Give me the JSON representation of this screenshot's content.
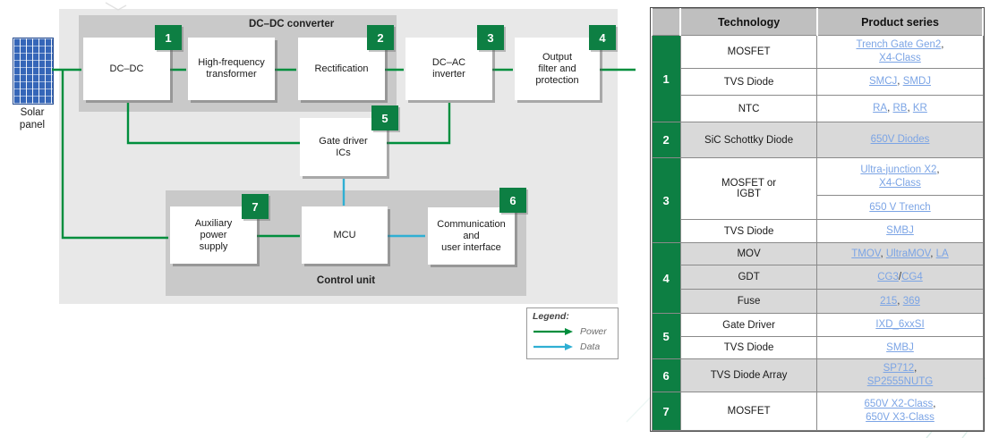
{
  "colors": {
    "accent_green": "#0d7f43",
    "arrow_green": "#008e3d",
    "data_cyan": "#2fafd3",
    "link_blue": "#7ba4e5"
  },
  "diagram": {
    "solar_panel_label": "Solar\npanel",
    "converter_title": "DC–DC converter",
    "control_title": "Control unit",
    "blocks": [
      {
        "id": "dc-dc",
        "label": "DC–DC",
        "badge": "1"
      },
      {
        "id": "hf-transformer",
        "label": "High-frequency\ntransformer",
        "badge": null
      },
      {
        "id": "rectification",
        "label": "Rectification",
        "badge": "2"
      },
      {
        "id": "dc-ac-inverter",
        "label": "DC–AC\ninverter",
        "badge": "3"
      },
      {
        "id": "output-filter",
        "label": "Output\nfilter and\nprotection",
        "badge": "4"
      },
      {
        "id": "gate-driver-ics",
        "label": "Gate driver\nICs",
        "badge": "5"
      },
      {
        "id": "aux-power-supply",
        "label": "Auxiliary\npower\nsupply",
        "badge": "7"
      },
      {
        "id": "mcu",
        "label": "MCU",
        "badge": null
      },
      {
        "id": "comm-user-interface",
        "label": "Communication\nand\nuser interface",
        "badge": "6"
      }
    ],
    "legend": {
      "title": "Legend:",
      "items": [
        {
          "label": "Power",
          "color": "#008e3d"
        },
        {
          "label": "Data",
          "color": "#2fafd3"
        }
      ]
    }
  },
  "table": {
    "headers": {
      "technology": "Technology",
      "product_series": "Product series"
    },
    "groups": [
      {
        "number": "1",
        "shaded": false,
        "rows": [
          {
            "tech": "MOSFET",
            "product_lines": [
              [
                {
                  "t": "Trench Gate Gen2",
                  "link": true
                },
                {
                  "t": ","
                }
              ],
              [
                {
                  "t": "X4-Class",
                  "link": true
                }
              ]
            ]
          },
          {
            "tech": "TVS Diode",
            "product_lines": [
              [
                {
                  "t": "SMCJ",
                  "link": true
                },
                {
                  "t": ", "
                },
                {
                  "t": "SMDJ",
                  "link": true
                }
              ]
            ]
          },
          {
            "tech": "NTC",
            "product_lines": [
              [
                {
                  "t": "RA",
                  "link": true
                },
                {
                  "t": ", "
                },
                {
                  "t": "RB",
                  "link": true
                },
                {
                  "t": ", "
                },
                {
                  "t": "KR",
                  "link": true
                }
              ]
            ]
          }
        ]
      },
      {
        "number": "2",
        "shaded": true,
        "rows": [
          {
            "tech": "SiC Schottky Diode",
            "product_lines": [
              [
                {
                  "t": "650V Diodes",
                  "link": true
                }
              ]
            ]
          }
        ]
      },
      {
        "number": "3",
        "shaded": false,
        "rows": [
          {
            "tech": "MOSFET or\nIGBT",
            "tech_rowspan": 2,
            "product_lines": [
              [
                {
                  "t": "Ultra-junction X2",
                  "link": true
                },
                {
                  "t": ","
                }
              ],
              [
                {
                  "t": "X4-Class",
                  "link": true
                }
              ]
            ]
          },
          {
            "tech": null,
            "product_lines": [
              [
                {
                  "t": "650 V Trench",
                  "link": true
                }
              ]
            ]
          },
          {
            "tech": "TVS Diode",
            "product_lines": [
              [
                {
                  "t": "SMBJ",
                  "link": true
                }
              ]
            ]
          }
        ]
      },
      {
        "number": "4",
        "shaded": true,
        "rows": [
          {
            "tech": "MOV",
            "product_lines": [
              [
                {
                  "t": "TMOV",
                  "link": true
                },
                {
                  "t": ", "
                },
                {
                  "t": "UltraMOV",
                  "link": true
                },
                {
                  "t": ", "
                },
                {
                  "t": "LA",
                  "link": true
                }
              ]
            ]
          },
          {
            "tech": "GDT",
            "product_lines": [
              [
                {
                  "t": "CG3",
                  "link": true
                },
                {
                  "t": "/"
                },
                {
                  "t": "CG4",
                  "link": true
                }
              ]
            ]
          },
          {
            "tech": "Fuse",
            "product_lines": [
              [
                {
                  "t": "215",
                  "link": true
                },
                {
                  "t": ", "
                },
                {
                  "t": "369",
                  "link": true
                }
              ]
            ]
          }
        ]
      },
      {
        "number": "5",
        "shaded": false,
        "rows": [
          {
            "tech": "Gate Driver",
            "product_lines": [
              [
                {
                  "t": "IXD_6xxSI",
                  "link": true
                }
              ]
            ]
          },
          {
            "tech": "TVS Diode",
            "product_lines": [
              [
                {
                  "t": "SMBJ",
                  "link": true
                }
              ]
            ]
          }
        ]
      },
      {
        "number": "6",
        "shaded": true,
        "rows": [
          {
            "tech": "TVS Diode Array",
            "product_lines": [
              [
                {
                  "t": "SP712",
                  "link": true
                },
                {
                  "t": ","
                }
              ],
              [
                {
                  "t": "SP2555NUTG",
                  "link": true
                }
              ]
            ]
          }
        ]
      },
      {
        "number": "7",
        "shaded": false,
        "rows": [
          {
            "tech": "MOSFET",
            "product_lines": [
              [
                {
                  "t": "650V X2-Class",
                  "link": true
                },
                {
                  "t": ","
                }
              ],
              [
                {
                  "t": "650V X3-Class",
                  "link": true
                }
              ]
            ]
          }
        ]
      }
    ]
  }
}
